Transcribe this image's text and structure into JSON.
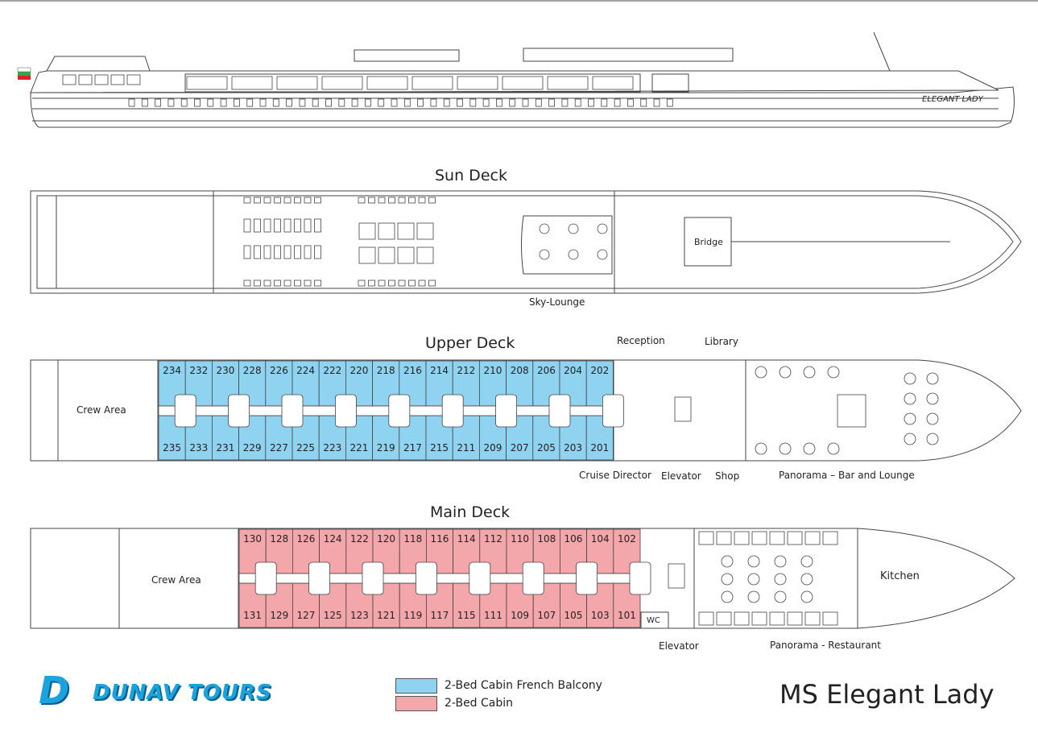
{
  "ship_title": "MS Elegant Lady",
  "hull_name": "ELEGANT LADY",
  "brand": {
    "logo_letter": "D",
    "name": "DUNAV TOURS"
  },
  "colors": {
    "balcony": "#8fd3f0",
    "standard": "#f4a7ab",
    "outline": "#444444"
  },
  "sun_deck": {
    "title": "Sun Deck",
    "labels": {
      "bridge": "Bridge",
      "sky_lounge": "Sky-Lounge"
    }
  },
  "upper_deck": {
    "title": "Upper Deck",
    "top_cabins": [
      "234",
      "232",
      "230",
      "228",
      "226",
      "224",
      "222",
      "220",
      "218",
      "216",
      "214",
      "212",
      "210",
      "208",
      "206",
      "204",
      "202"
    ],
    "bottom_cabins": [
      "235",
      "233",
      "231",
      "229",
      "227",
      "225",
      "223",
      "221",
      "219",
      "217",
      "215",
      "211",
      "209",
      "207",
      "205",
      "203",
      "201"
    ],
    "labels": {
      "crew": "Crew Area",
      "reception": "Reception",
      "library": "Library",
      "cruise_director": "Cruise Director",
      "elevator": "Elevator",
      "shop": "Shop",
      "panorama_bar": "Panorama – Bar and Lounge"
    }
  },
  "main_deck": {
    "title": "Main Deck",
    "top_cabins": [
      "130",
      "128",
      "126",
      "124",
      "122",
      "120",
      "118",
      "116",
      "114",
      "112",
      "110",
      "108",
      "106",
      "104",
      "102"
    ],
    "bottom_cabins": [
      "131",
      "129",
      "127",
      "125",
      "123",
      "121",
      "119",
      "117",
      "115",
      "111",
      "109",
      "107",
      "105",
      "103",
      "101"
    ],
    "labels": {
      "crew": "Crew Area",
      "wc": "WC",
      "elevator": "Elevator",
      "restaurant": "Panorama - Restaurant",
      "kitchen": "Kitchen"
    }
  },
  "legend": [
    {
      "label": "2-Bed Cabin French Balcony",
      "color": "#8fd3f0"
    },
    {
      "label": "2-Bed Cabin",
      "color": "#f4a7ab"
    }
  ]
}
